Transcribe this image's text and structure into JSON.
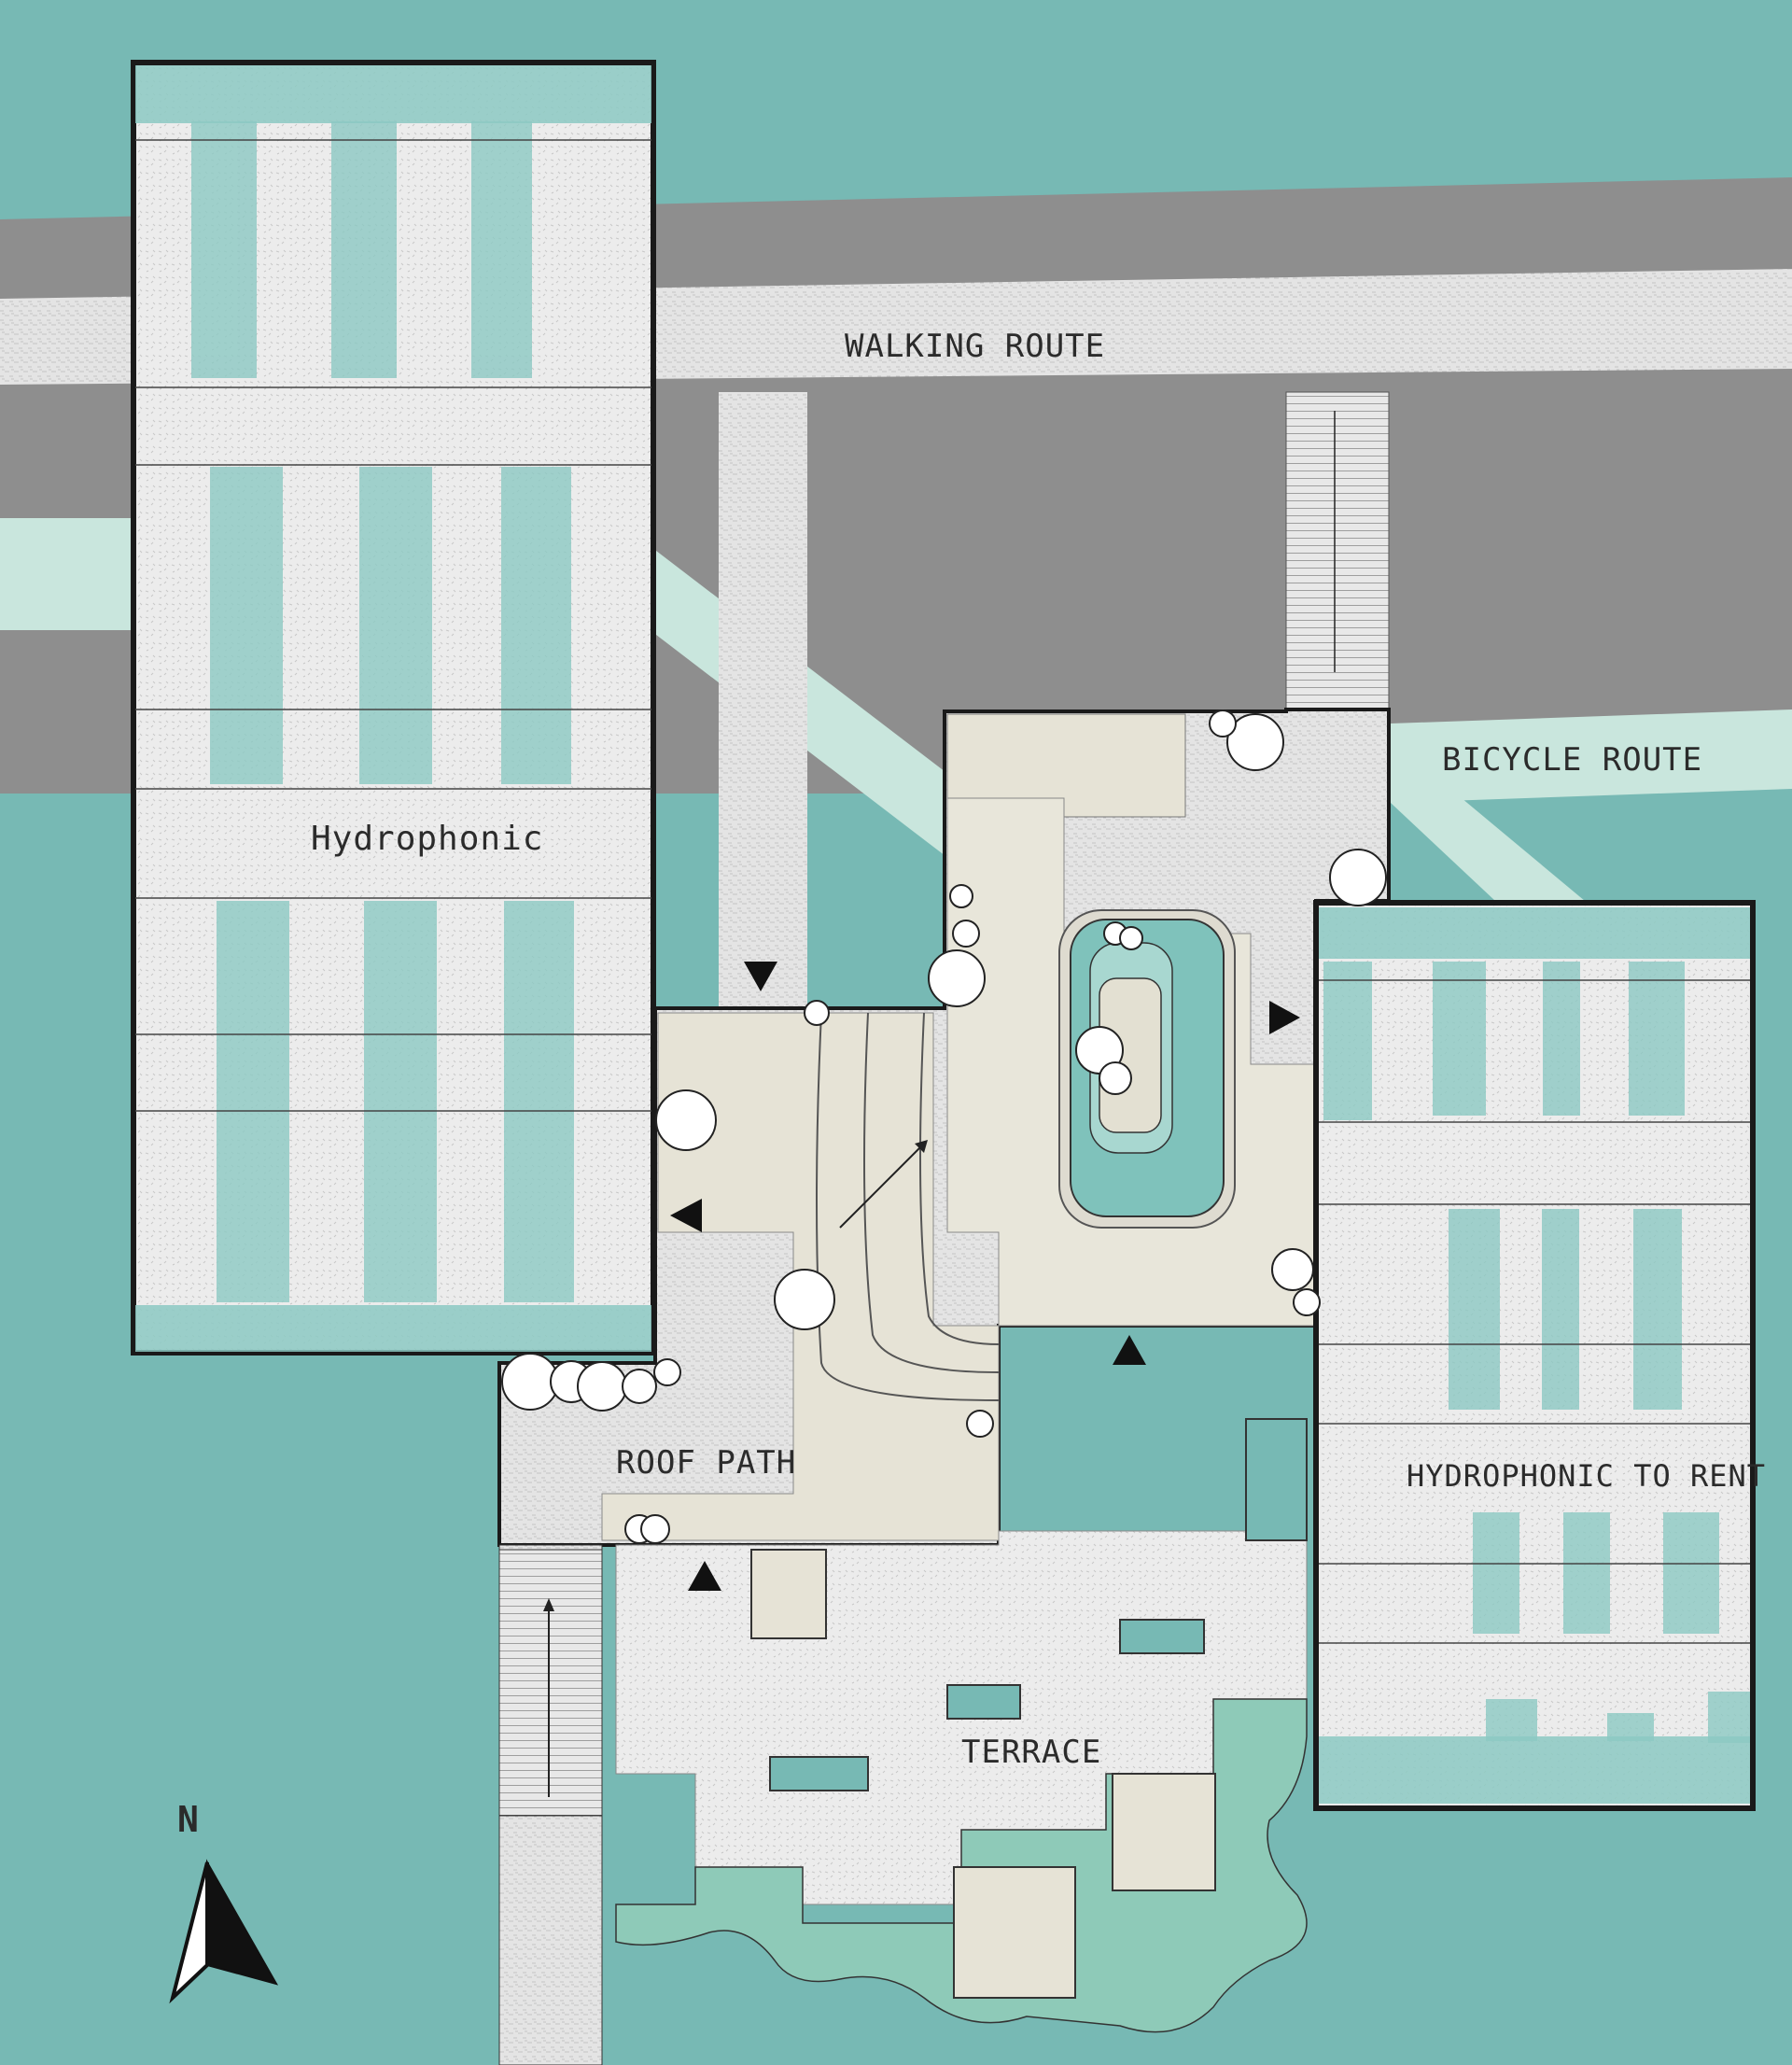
{
  "map": {
    "labels": {
      "walking_route": "WALKING ROUTE",
      "bicycle_route": "BICYCLE ROUTE",
      "hydrophonic": "Hydrophonic",
      "hydrophonic_to_rent": "HYDROPHONIC TO RENT",
      "roof_path": "ROOF PATH",
      "terrace": "TERRACE"
    },
    "compass": {
      "letter": "N"
    }
  },
  "colors": {
    "water": "#77b9b4",
    "road": "#8e8e8e",
    "walkway": "#e6e6e6",
    "bike_lane": "#c9e6dd",
    "garden": "#e6e3d6",
    "planter": "#8ecab8",
    "outline": "#1a1a1a"
  }
}
